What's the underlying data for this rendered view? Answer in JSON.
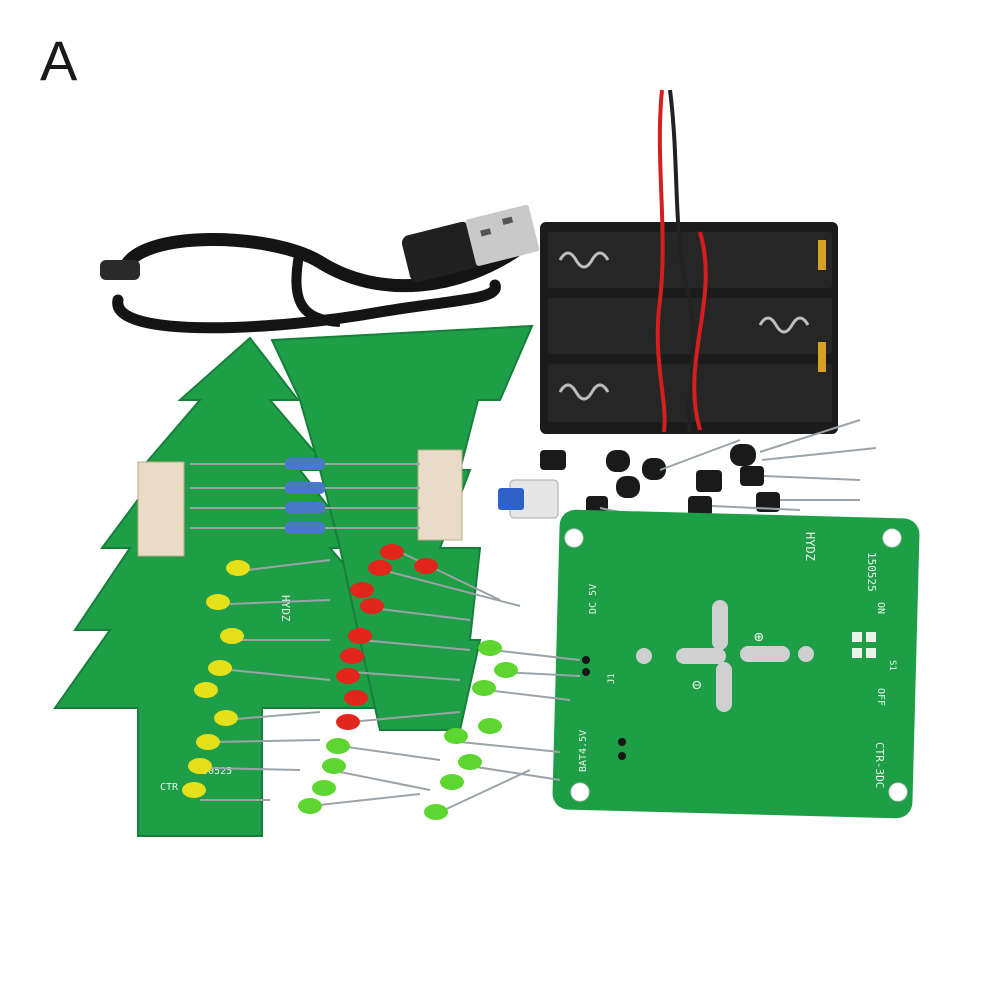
{
  "panel": {
    "letter": "A"
  },
  "board": {
    "brand": "HYDZ",
    "code": "150525",
    "model": "CTR-3DC",
    "on": "ON",
    "off": "OFF",
    "switch_ref": "S1",
    "dc": "DC 5V",
    "bat": "BAT4.5V",
    "jack_ref": "J1"
  },
  "tree_left": {
    "label": "CTR",
    "code": "150525"
  },
  "tree_right": {
    "label": "HYDZ"
  },
  "colors": {
    "pcb_green": "#1f9e48",
    "pcb_light": "#2fb556",
    "led_red": "#e3261b",
    "led_yellow": "#e6e01a",
    "led_green": "#5ed631",
    "battery_black": "#1b1b1b"
  }
}
